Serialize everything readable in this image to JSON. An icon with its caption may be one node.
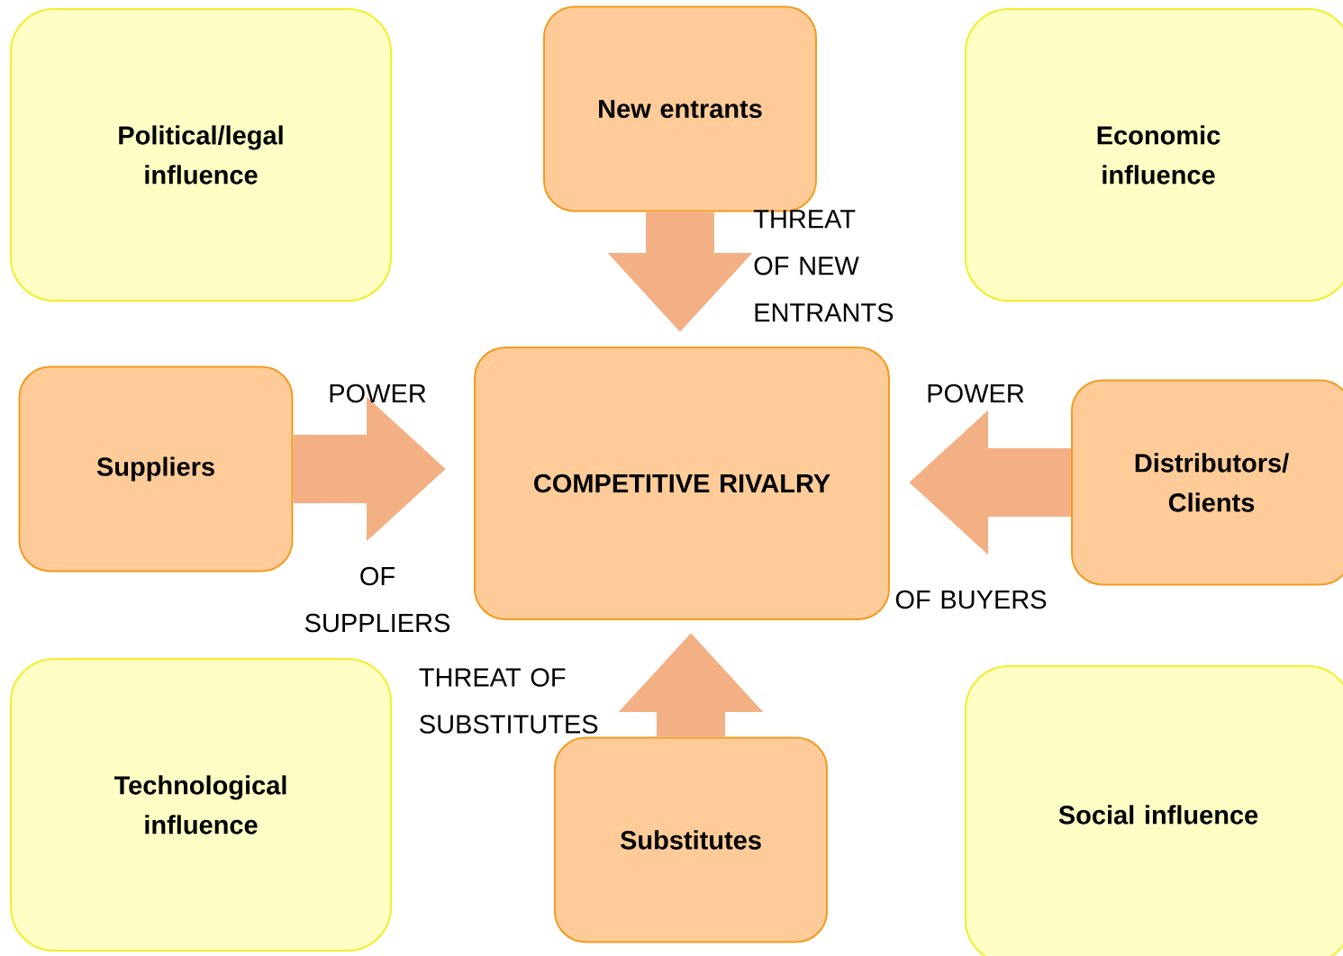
{
  "diagram": {
    "nodes": [
      {
        "text": [
          "Political/legal influence"
        ]
      },
      {
        "text": [
          "New entrants"
        ]
      },
      {
        "text": [
          "Economic influence"
        ]
      },
      {
        "text": [
          "Suppliers"
        ]
      },
      {
        "text": [
          "COMPETITIVE RIVALRY"
        ]
      },
      {
        "text": [
          "Distributors/ Clients"
        ]
      },
      {
        "text": [
          "Technological influence"
        ]
      },
      {
        "text": [
          "Substitutes"
        ]
      },
      {
        "text": [
          "Social influence"
        ]
      }
    ],
    "edges": [
      {
        "from": 1,
        "to": 4,
        "arrow": "to",
        "label": "THREAT OF NEW ENTRANTS"
      },
      {
        "from": 3,
        "to": 4,
        "arrow": "to"
      },
      {
        "from": 5,
        "to": 4,
        "arrow": "to"
      },
      {
        "from": 7,
        "to": 4,
        "arrow": "to",
        "label": "THREAT OF SUBSTITUTES"
      }
    ],
    "labels": [
      "POWER",
      "POWER",
      "OF SUPPLIERS",
      "OF BUYERS"
    ]
  }
}
